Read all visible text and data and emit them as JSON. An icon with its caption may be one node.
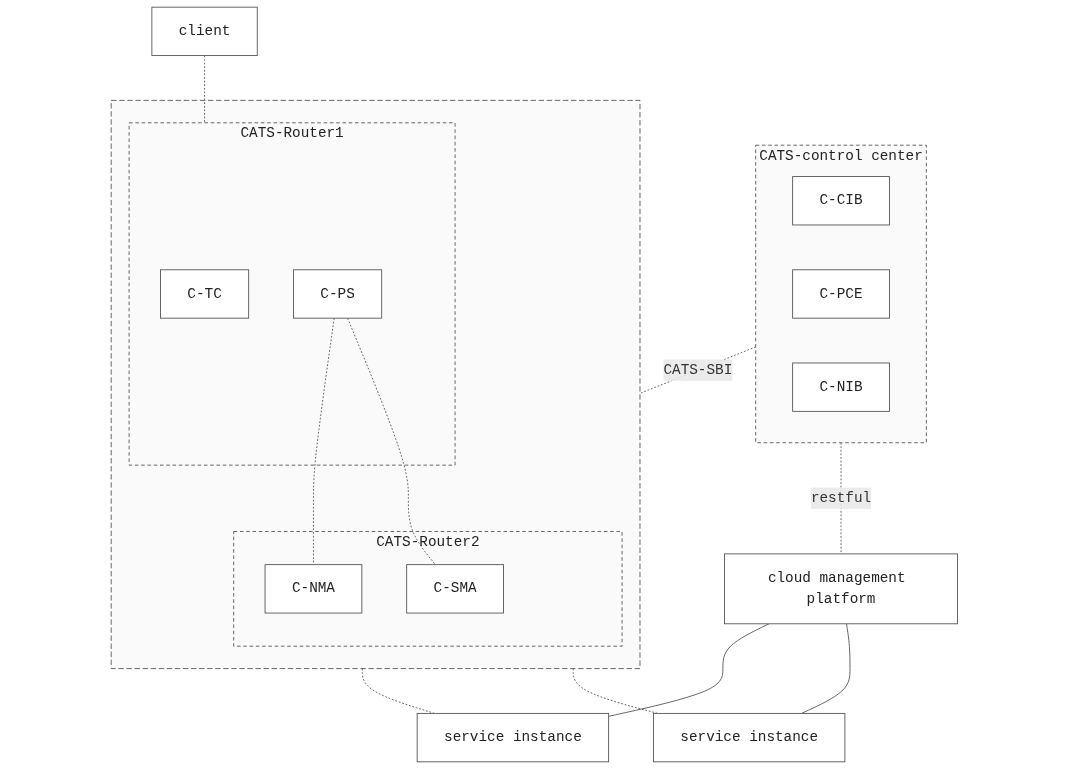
{
  "diagram": {
    "nodes": [
      {
        "text": [
          "CATS-control center"
        ]
      },
      {
        "text": [
          "C-CIB"
        ],
        "in": 0
      },
      {
        "text": [
          "C-PCE"
        ],
        "in": 0
      },
      {
        "text": [
          "C-NIB"
        ],
        "in": 0
      },
      {
        "text": [
          "cloud management platform"
        ]
      },
      {
        "text": [],
        "shape": "box"
      },
      {
        "text": [
          "client"
        ]
      },
      {
        "text": [
          "CATS-Router1"
        ],
        "in": 5
      },
      {
        "text": [
          "C-TC"
        ],
        "in": 7
      },
      {
        "text": [
          "C-PS"
        ],
        "in": 7
      },
      {
        "text": [
          "CATS-Router2"
        ],
        "in": 5
      },
      {
        "text": [
          "C-SMA"
        ],
        "in": 10
      },
      {
        "text": [
          "C-NMA"
        ],
        "in": 10
      },
      {
        "text": [
          "service instance"
        ]
      },
      {
        "text": [
          "service instance"
        ]
      }
    ],
    "edges": [
      {
        "from": 0,
        "to": 4,
        "arrow": "none",
        "label": "restful",
        "style": "dashed"
      },
      {
        "from": 0,
        "to": 5,
        "arrow": "none",
        "label": "CATS-SBI",
        "style": "dashed"
      },
      {
        "from": 4,
        "to": 13,
        "arrow": "none"
      },
      {
        "from": 4,
        "to": 14,
        "arrow": "none"
      },
      {
        "from": 6,
        "to": 7,
        "arrow": "none",
        "style": "dashed"
      },
      {
        "from": 9,
        "to": 11,
        "arrow": "none",
        "style": "dashed"
      },
      {
        "from": 9,
        "to": 12,
        "arrow": "none",
        "style": "dashed"
      },
      {
        "from": 5,
        "to": 13,
        "arrow": "none",
        "style": "dashed"
      },
      {
        "from": 5,
        "to": 14,
        "arrow": "none",
        "style": "dashed"
      }
    ]
  }
}
